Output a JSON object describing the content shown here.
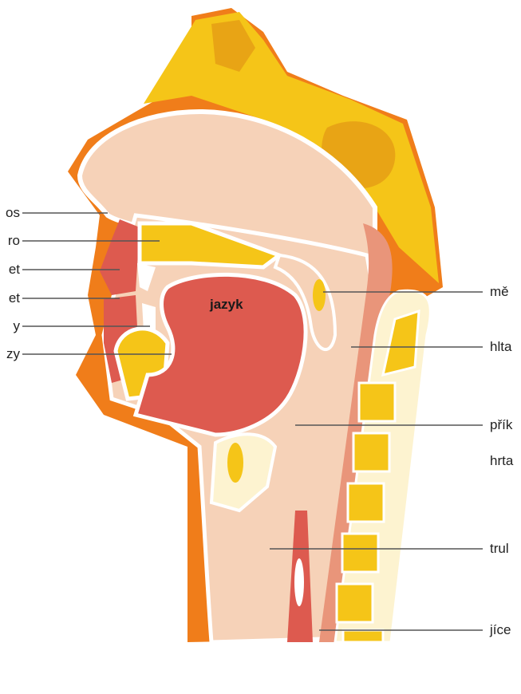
{
  "title": "Head and neck cross-section",
  "center_label": "jazyk",
  "left_labels": [
    "os",
    "ro",
    "et",
    "et",
    "y",
    "zy"
  ],
  "right_labels": [
    "mě",
    "hlta",
    "přík",
    "hrta",
    "trul",
    "jíce"
  ],
  "colors": {
    "skin": "#f07d1a",
    "bone": "#f5c518",
    "tissue": "#f6d2b8",
    "tongue": "#dd5a4f",
    "cartilage": "#fdf3d0"
  }
}
